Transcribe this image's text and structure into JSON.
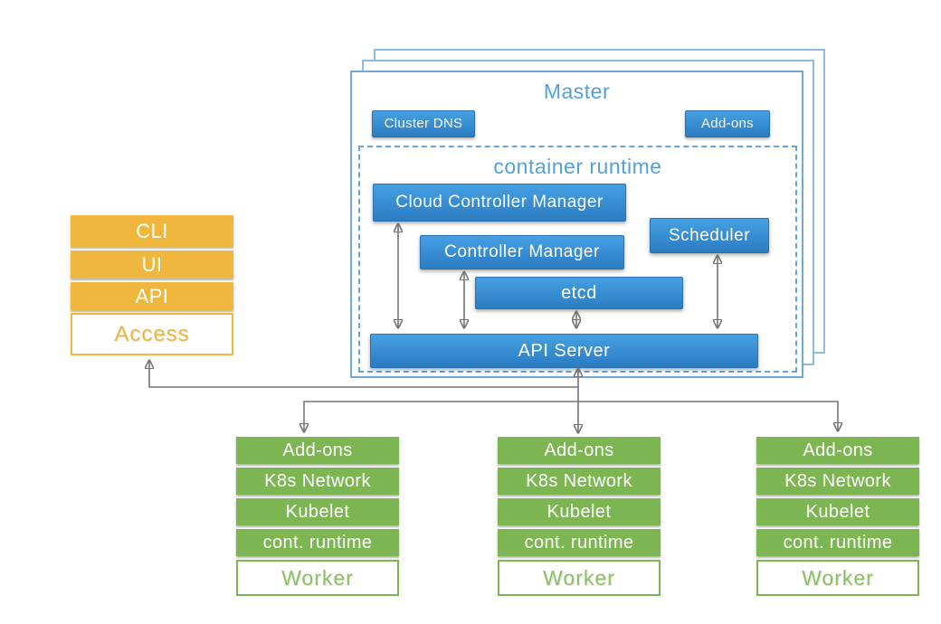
{
  "master": {
    "title": "Master",
    "cluster_dns": "Cluster DNS",
    "addons": "Add-ons",
    "runtime": {
      "title": "container runtime",
      "components": [
        "Cloud Controller Manager",
        "Controller Manager",
        "etcd",
        "Scheduler",
        "API Server"
      ]
    }
  },
  "access": {
    "items": [
      "CLI",
      "UI",
      "API"
    ],
    "label": "Access"
  },
  "workers": [
    {
      "items": [
        "Add-ons",
        "K8s Network",
        "Kubelet",
        "cont. runtime"
      ],
      "label": "Worker"
    },
    {
      "items": [
        "Add-ons",
        "K8s Network",
        "Kubelet",
        "cont. runtime"
      ],
      "label": "Worker"
    },
    {
      "items": [
        "Add-ons",
        "K8s Network",
        "Kubelet",
        "cont. runtime"
      ],
      "label": "Worker"
    }
  ],
  "colors": {
    "blue_box_top": "#46A0E3",
    "blue_box_bottom": "#2B7CC1",
    "light_blue_text": "#56A0DA",
    "green": "#7DB553",
    "orange": "#EFB73E",
    "line_gray": "#757575"
  }
}
